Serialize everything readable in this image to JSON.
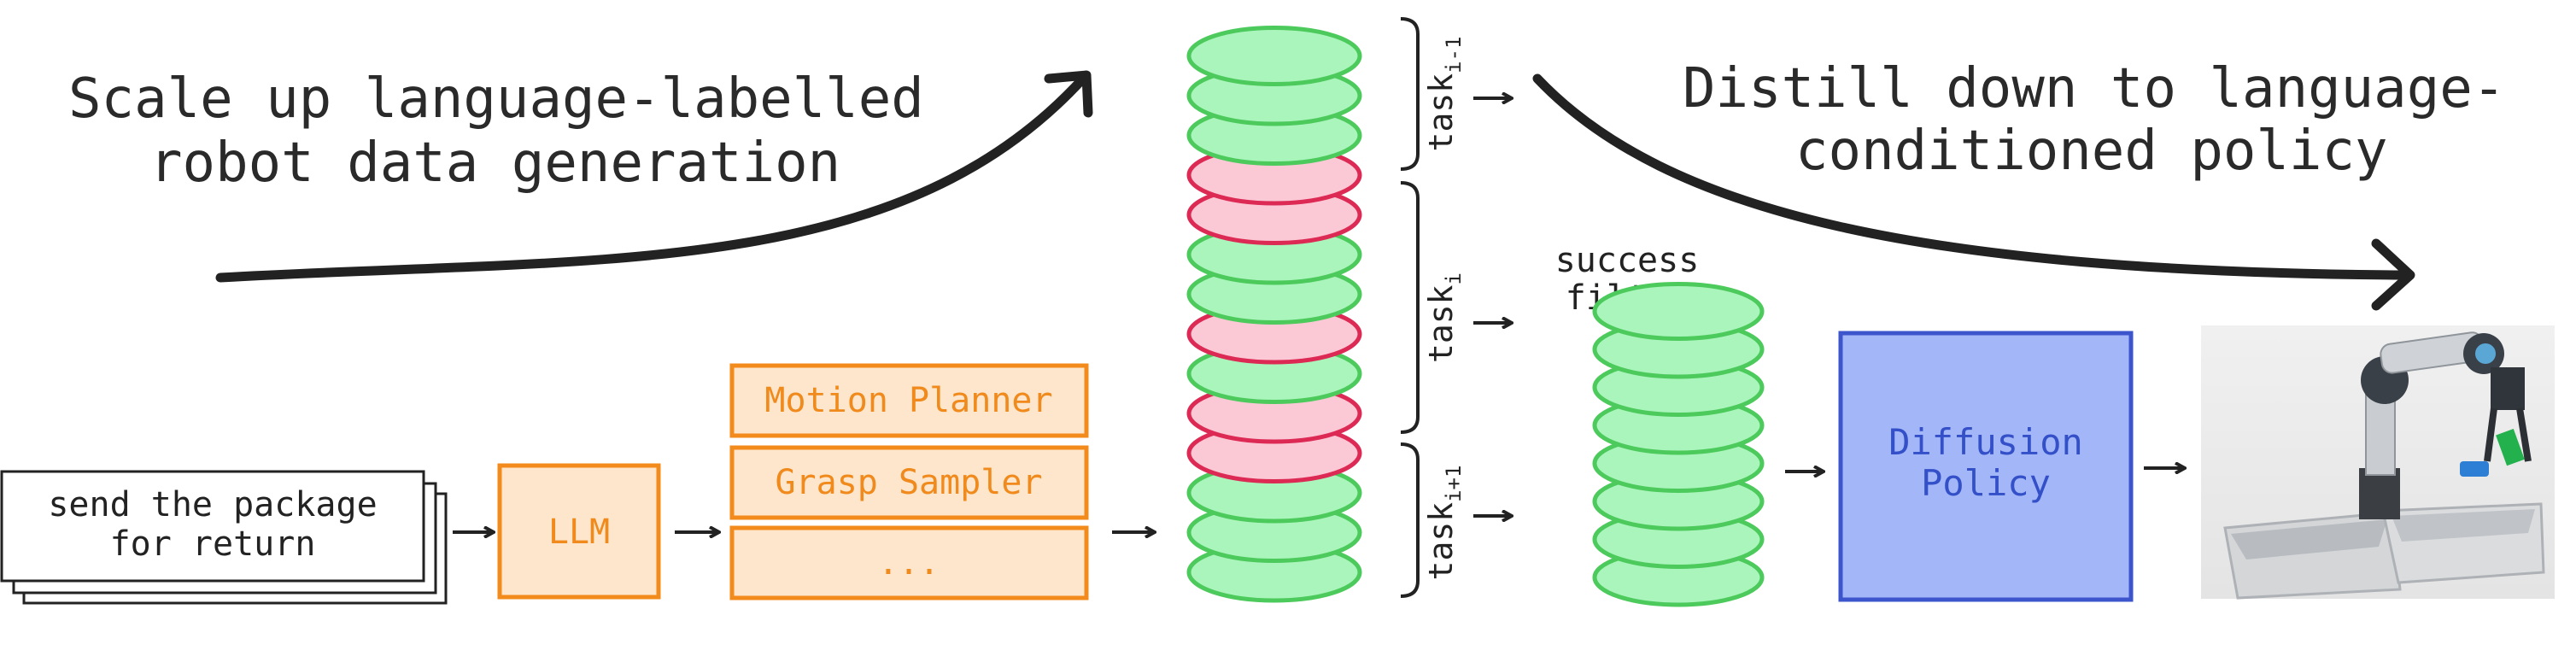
{
  "headline_left": [
    "Scale up language-labelled",
    "robot data generation"
  ],
  "headline_right": [
    "Distill down to language-",
    "conditioned policy"
  ],
  "task_input": [
    "send the package",
    "for return"
  ],
  "llm_label": "LLM",
  "tools": [
    "Motion Planner",
    "Grasp Sampler",
    "..."
  ],
  "tasks": [
    {
      "base": "task",
      "sub": "i-1"
    },
    {
      "base": "task",
      "sub": "i"
    },
    {
      "base": "task",
      "sub": "i+1"
    }
  ],
  "success_filter": [
    "success",
    "filter"
  ],
  "policy_label": [
    "Diffusion",
    "Policy"
  ],
  "stack": [
    "green",
    "green",
    "green",
    "red",
    "red",
    "green",
    "green",
    "red",
    "green",
    "red",
    "red",
    "green",
    "green",
    "green"
  ],
  "filtered_stack_count": 8,
  "image_alt": "robot arm placing package into bins",
  "colors": {
    "green_fill": "#aaf5bc",
    "green_stroke": "#4cca5c",
    "red_fill": "#fbc9d6",
    "red_stroke": "#dc2a55",
    "orange_fill": "#fde6cb",
    "orange_stroke": "#f28b1c",
    "blue_fill": "#a3b6f8",
    "blue_stroke": "#3d55cc"
  }
}
